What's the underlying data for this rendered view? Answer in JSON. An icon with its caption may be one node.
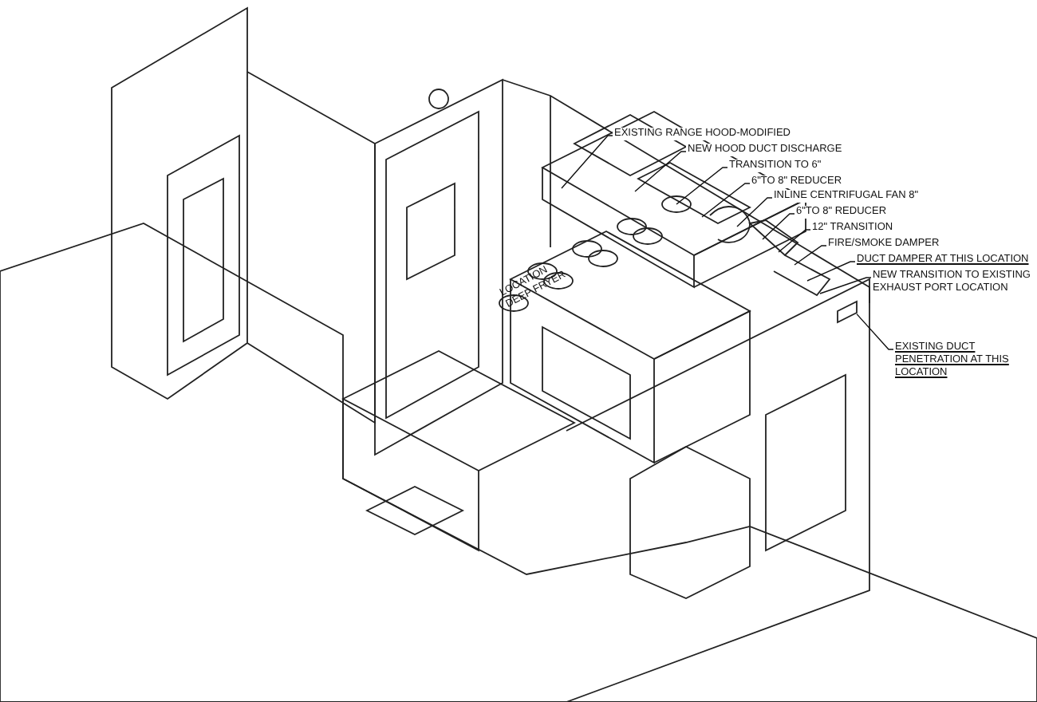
{
  "diagram": {
    "nodes": [
      {
        "text": [
          "EXISTING RANGE HOOD-MODIFIED"
        ]
      },
      {
        "text": [
          "NEW HOOD DUCT DISCHARGE"
        ]
      },
      {
        "text": [
          "TRANSITION TO 6\""
        ]
      },
      {
        "text": [
          "6\"TO 8\" REDUCER"
        ]
      },
      {
        "text": [
          "INLINE CENTRIFUGAL FAN 8\""
        ]
      },
      {
        "text": [
          "6\"TO 8\" REDUCER"
        ]
      },
      {
        "text": [
          "12\" TRANSITION"
        ]
      },
      {
        "text": [
          "FIRE/SMOKE DAMPER"
        ]
      },
      {
        "text": [
          "DUCT DAMPER AT THIS LOCATION"
        ]
      },
      {
        "text": [
          "NEW TRANSITION TO EXISTING EXHAUST PORT LOCATION"
        ]
      },
      {
        "text": [
          "EXISTING DUCT PENETRATION AT THIS LOCATION"
        ]
      },
      {
        "text": [],
        "shape": "box"
      }
    ],
    "edges": [
      {
        "from": 0,
        "to": null,
        "arrow": "none"
      },
      {
        "from": 1,
        "to": null,
        "arrow": "none"
      },
      {
        "from": 2,
        "to": null,
        "arrow": "none"
      },
      {
        "from": 3,
        "to": null,
        "arrow": "none"
      },
      {
        "from": 4,
        "to": null,
        "arrow": "none"
      },
      {
        "from": 5,
        "to": null,
        "arrow": "none"
      },
      {
        "from": 6,
        "to": null,
        "arrow": "none"
      },
      {
        "from": 7,
        "to": null,
        "arrow": "none"
      },
      {
        "from": 8,
        "to": null,
        "arrow": "none"
      },
      {
        "from": 9,
        "to": null,
        "arrow": "none"
      },
      {
        "from": 10,
        "to": 11,
        "arrow": "none"
      }
    ],
    "labels": [
      "LOCATION DEEP FRYER"
    ]
  }
}
